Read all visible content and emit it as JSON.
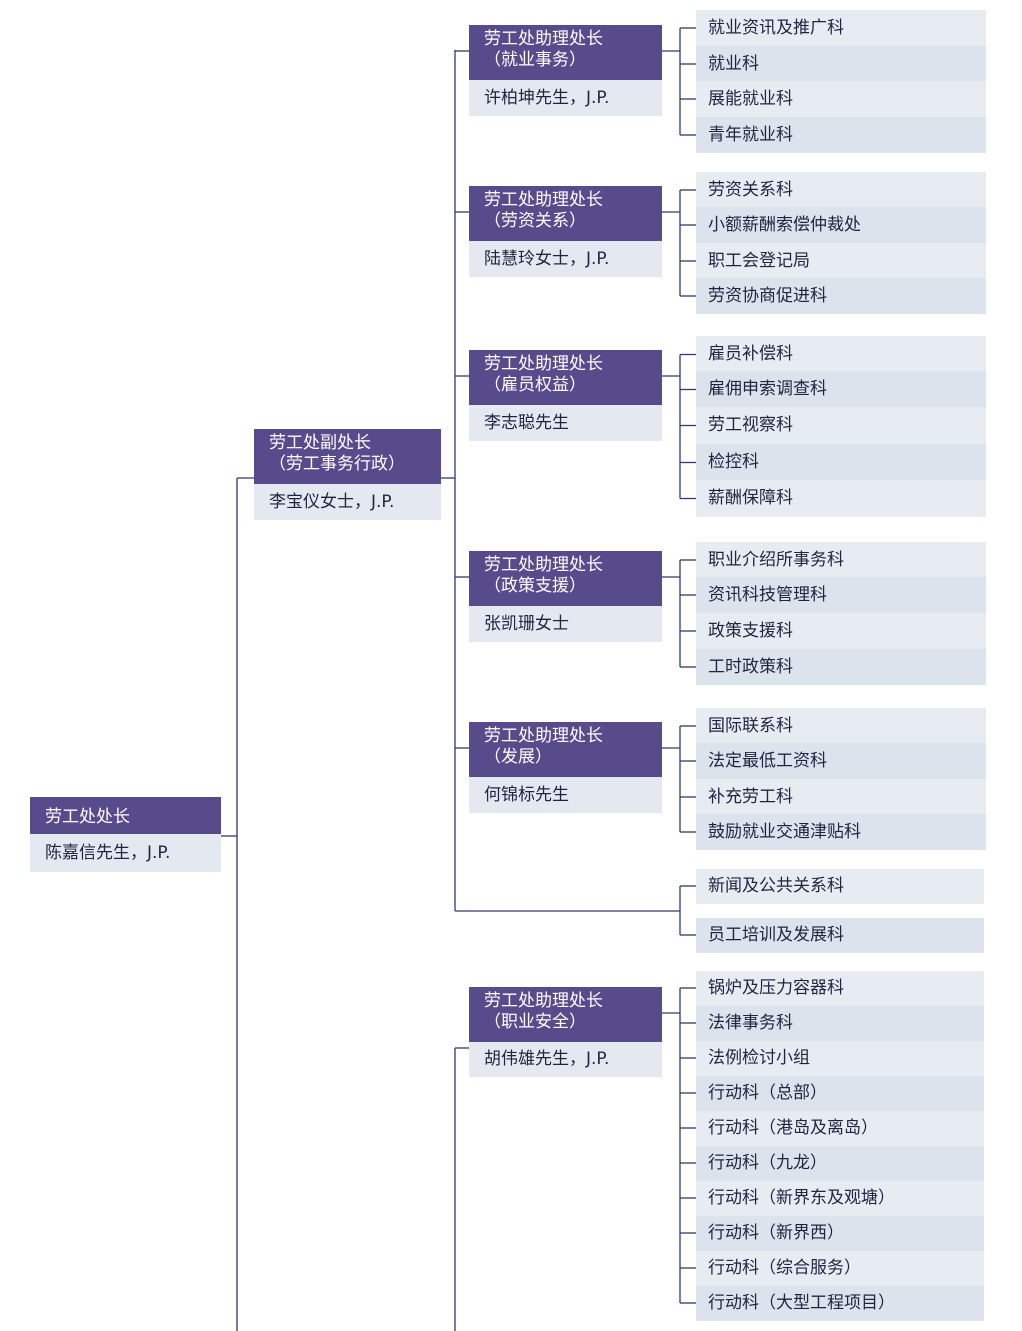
{
  "director": {
    "title": "劳工处处长",
    "name": "陈嘉信先生，J.P."
  },
  "deputy": {
    "title_line1": "劳工处副处长",
    "title_line2": "（劳工事务行政）",
    "name": "李宝仪女士，J.P."
  },
  "assistants": [
    {
      "title_line1": "劳工处助理处长",
      "title_line2": "（就业事务）",
      "name": "许柏坤先生，J.P.",
      "units": [
        "就业资讯及推广科",
        "就业科",
        "展能就业科",
        "青年就业科"
      ]
    },
    {
      "title_line1": "劳工处助理处长",
      "title_line2": "（劳资关系）",
      "name": "陆慧玲女士，J.P.",
      "units": [
        "劳资关系科",
        "小额薪酬索偿仲裁处",
        "职工会登记局",
        "劳资协商促进科"
      ]
    },
    {
      "title_line1": "劳工处助理处长",
      "title_line2": "（雇员权益）",
      "name": "李志聪先生",
      "units": [
        "雇员补偿科",
        "雇佣申索调查科",
        "劳工视察科",
        "检控科",
        "薪酬保障科"
      ]
    },
    {
      "title_line1": "劳工处助理处长",
      "title_line2": "（政策支援）",
      "name": "张凯珊女士",
      "units": [
        "职业介绍所事务科",
        "资讯科技管理科",
        "政策支援科",
        "工时政策科"
      ]
    },
    {
      "title_line1": "劳工处助理处长",
      "title_line2": "（发展）",
      "name": "何锦标先生",
      "units": [
        "国际联系科",
        "法定最低工资科",
        "补充劳工科",
        "鼓励就业交通津贴科"
      ]
    }
  ],
  "direct_units": [
    "新闻及公共关系科",
    "员工培训及发展科"
  ],
  "safety": {
    "title_line1": "劳工处助理处长",
    "title_line2": "（职业安全）",
    "name": "胡伟雄先生，J.P.",
    "units": [
      "锅炉及压力容器科",
      "法律事务科",
      "法例检讨小组",
      "行动科（总部）",
      "行动科（港岛及离岛）",
      "行动科（九龙）",
      "行动科（新界东及观塘）",
      "行动科（新界西）",
      "行动科（综合服务）",
      "行动科（大型工程项目）"
    ]
  },
  "colors": {
    "header": "#574b8c",
    "name_bg": "#e3e8f1",
    "unit_light": "#e7ecf3",
    "unit_dark": "#dce3ed",
    "line": "#2f3b6b"
  }
}
